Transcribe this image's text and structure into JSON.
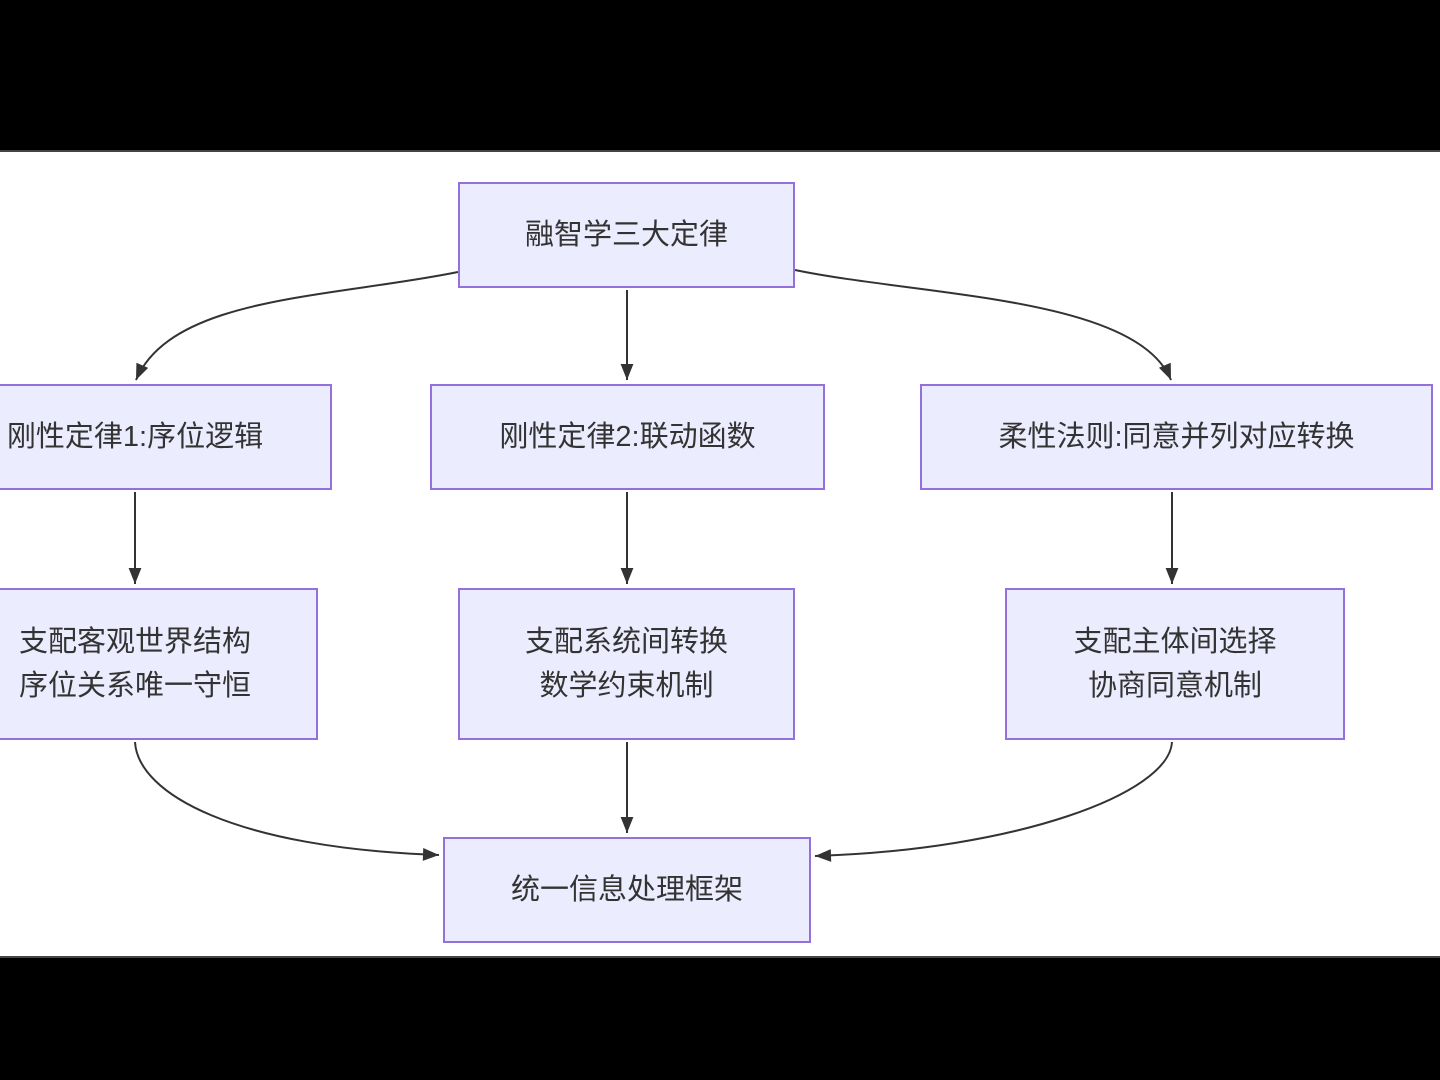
{
  "diagram": {
    "type": "flowchart-top-down",
    "colors": {
      "page_background": "#000000",
      "canvas_background": "#ffffff",
      "node_fill": "#ECECFF",
      "node_border": "#9370DB",
      "edge_color": "#333333",
      "text_color": "#333333",
      "letterbox_divider": "#454545"
    },
    "nodes": {
      "root": {
        "label": "融智学三大定律"
      },
      "law1": {
        "label": "刚性定律1:序位逻辑"
      },
      "law2": {
        "label": "刚性定律2:联动函数"
      },
      "law3": {
        "label": "柔性法则:同意并列对应转换"
      },
      "law1_detail": {
        "line1": "支配客观世界结构",
        "line2": "序位关系唯一守恒"
      },
      "law2_detail": {
        "line1": "支配系统间转换",
        "line2": "数学约束机制"
      },
      "law3_detail": {
        "line1": "支配主体间选择",
        "line2": "协商同意机制"
      },
      "framework": {
        "label": "统一信息处理框架"
      }
    },
    "edges": [
      {
        "from": "root",
        "to": "law1"
      },
      {
        "from": "root",
        "to": "law2"
      },
      {
        "from": "root",
        "to": "law3"
      },
      {
        "from": "law1",
        "to": "law1_detail"
      },
      {
        "from": "law2",
        "to": "law2_detail"
      },
      {
        "from": "law3",
        "to": "law3_detail"
      },
      {
        "from": "law1_detail",
        "to": "framework"
      },
      {
        "from": "law2_detail",
        "to": "framework"
      },
      {
        "from": "law3_detail",
        "to": "framework"
      }
    ]
  }
}
